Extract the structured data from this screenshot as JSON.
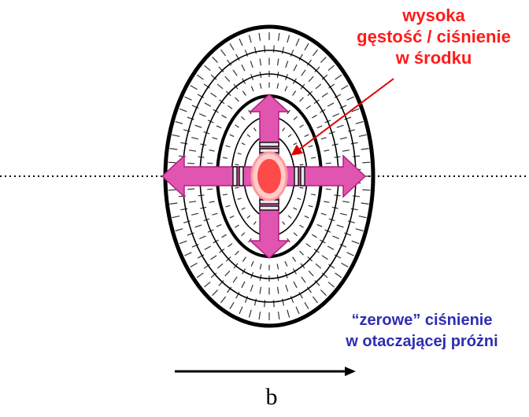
{
  "annotations": {
    "center_label": [
      "wysoka",
      "gęstość / ciśnienie",
      "w środku"
    ],
    "vacuum_label": [
      "“zerowe” ciśnienie",
      "w otaczającej próżni"
    ],
    "axis_label": "b"
  },
  "colors": {
    "center_text": "#ff1a1a",
    "vacuum_text": "#2e2eb0",
    "arrow_fill": "#e055b0",
    "arrow_stroke": "#b0207e",
    "core_fill": "#ff4a4a",
    "core_outline": "#ff9a9a",
    "pointer": "#e00000",
    "ink": "#000000"
  },
  "icons": {
    "outward_arrows": "pressure-gradient-arrows",
    "pointer": "red-pointer-arrow",
    "direction": "b-direction-arrow"
  }
}
